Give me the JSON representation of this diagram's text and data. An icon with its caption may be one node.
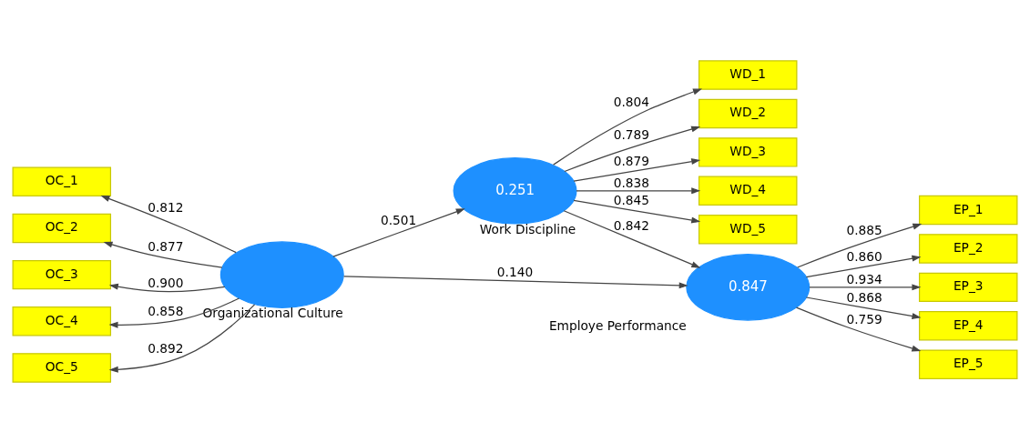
{
  "diagram": {
    "nodes": [
      {
        "text": [
          "WD_1"
        ]
      },
      {
        "text": [
          "WD_2"
        ]
      },
      {
        "text": [
          "WD_3"
        ]
      },
      {
        "text": [
          "WD_4"
        ]
      },
      {
        "text": [
          "WD_5"
        ]
      },
      {
        "text": [
          "0.251"
        ],
        "beside": [
          "Work Discipline"
        ]
      },
      {
        "text": [
          "OC_1"
        ]
      },
      {
        "text": [
          "OC_2"
        ]
      },
      {
        "text": [
          "OC_3"
        ]
      },
      {
        "text": [
          "OC_4"
        ]
      },
      {
        "text": [
          "OC_5"
        ]
      },
      {
        "text": [],
        "shape": "ellipse",
        "beside": [
          "Organizational Culture"
        ]
      },
      {
        "text": [
          "0.847"
        ],
        "beside": [
          "Employe Performance"
        ]
      },
      {
        "text": [
          "EP_1"
        ]
      },
      {
        "text": [
          "EP_2"
        ]
      },
      {
        "text": [
          "EP_3"
        ]
      },
      {
        "text": [
          "EP_4"
        ]
      },
      {
        "text": [
          "EP_5"
        ]
      }
    ],
    "edges": [
      {
        "from": 5,
        "to": 0,
        "arrow": "to",
        "label": "0.804"
      },
      {
        "from": 5,
        "to": 1,
        "arrow": "to",
        "label": "0.789"
      },
      {
        "from": 5,
        "to": 2,
        "arrow": "to",
        "label": "0.879"
      },
      {
        "from": 5,
        "to": 3,
        "arrow": "to",
        "label": "0.838"
      },
      {
        "from": 5,
        "to": 4,
        "arrow": "to",
        "label": "0.845"
      },
      {
        "from": 11,
        "to": 5,
        "arrow": "to",
        "label": "0.501"
      },
      {
        "from": 5,
        "to": 12,
        "arrow": "to",
        "label": "0.842"
      },
      {
        "from": 11,
        "to": 6,
        "arrow": "to",
        "label": "0.812"
      },
      {
        "from": 11,
        "to": 7,
        "arrow": "to",
        "label": "0.877"
      },
      {
        "from": 11,
        "to": 8,
        "arrow": "to",
        "label": "0.900"
      },
      {
        "from": 11,
        "to": 9,
        "arrow": "to",
        "label": "0.858"
      },
      {
        "from": 11,
        "to": 10,
        "arrow": "to",
        "label": "0.892"
      },
      {
        "from": 11,
        "to": 12,
        "arrow": "to",
        "label": "0.140"
      },
      {
        "from": 12,
        "to": 13,
        "arrow": "to",
        "label": "0.885"
      },
      {
        "from": 12,
        "to": 14,
        "arrow": "to",
        "label": "0.860"
      },
      {
        "from": 12,
        "to": 15,
        "arrow": "to",
        "label": "0.934"
      },
      {
        "from": 12,
        "to": 16,
        "arrow": "to",
        "label": "0.868"
      },
      {
        "from": 12,
        "to": 17,
        "arrow": "to",
        "label": "0.759"
      }
    ]
  }
}
